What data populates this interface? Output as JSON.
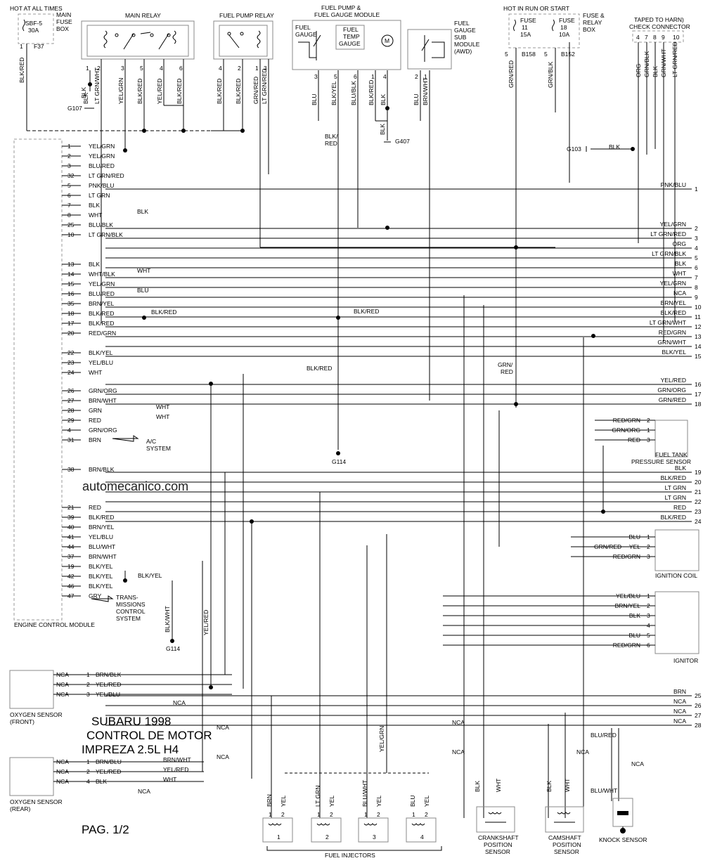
{
  "title": [
    "SUBARU 1998",
    "CONTROL DE MOTOR",
    "IMPREZA 2.5L H4"
  ],
  "page": "PAG. 1/2",
  "watermark": "automecanico.com",
  "top_labels": {
    "hot_all_times": "HOT AT ALL TIMES",
    "main_fuse_box": [
      "MAIN",
      "FUSE",
      "BOX"
    ],
    "sbf": [
      "SBF-5",
      "30A"
    ],
    "f37": "F37",
    "main_relay": "MAIN RELAY",
    "fuel_pump_relay": "FUEL PUMP RELAY",
    "fuel_pump_module": [
      "FUEL PUMP &",
      "FUEL GAUGE MODULE"
    ],
    "fuel_gauge": [
      "FUEL",
      "GAUGE"
    ],
    "fuel_temp_gauge": [
      "FUEL",
      "TEMP",
      "GAUGE"
    ],
    "motor": "M",
    "sub_module": [
      "FUEL",
      "GAUGE",
      "SUB",
      "MODULE",
      "(AWD)"
    ],
    "hot_run_start": "HOT IN RUN OR START",
    "fuse11": [
      "FUSE",
      "11",
      "15A"
    ],
    "fuse18": [
      "FUSE",
      "18",
      "10A"
    ],
    "fuse_relay_box": [
      "FUSE &",
      "RELAY",
      "BOX"
    ],
    "b158": "B158",
    "b152": "B152",
    "taped": [
      "TAPED TO HARN)",
      "CHECK CONNECTOR"
    ],
    "check_pins": [
      "4",
      "7",
      "8",
      "9",
      "10"
    ],
    "check_wires": [
      "ORG",
      "GRN/BLK",
      "BLK",
      "GRN/WHT",
      "LT GRN/RED"
    ]
  },
  "relay_wires": [
    "BLK",
    "LT GRN/WHT",
    "YEL/GRN",
    "BLK/RED",
    "YEL/RED",
    "BLK/RED"
  ],
  "relay_pins": [
    "1",
    "2",
    "3",
    "5",
    "4",
    "6"
  ],
  "fpr_wires": [
    "BLK/RED",
    "BLK/RED",
    "GRN/RED",
    "LT GRN/RED"
  ],
  "fpr_pins": [
    "4",
    "2",
    "1",
    "3"
  ],
  "fgm_wires": [
    "BLU",
    "BLK/YEL",
    "BLU/BLK",
    "BLK/RED",
    "BLK"
  ],
  "fgm_pins": [
    "3",
    "5",
    "6",
    "1",
    "4"
  ],
  "sub_wires": [
    "BLU",
    "BRN/WHT"
  ],
  "sub_pins": [
    "2",
    "1"
  ],
  "fuse_wires": [
    "GRN/RED",
    "GRN/BLK"
  ],
  "fuse_pins": [
    "5",
    "5"
  ],
  "grounds": {
    "g107": "G107",
    "g407": "G407",
    "g103": "G103",
    "g114a": "G114",
    "g114b": "G114"
  },
  "misc": {
    "blk_red_top": [
      "BLK/",
      "RED"
    ],
    "blk_vert": "BLK",
    "blk_red_mid": "BLK/RED",
    "blk_red_low": "BLK/RED",
    "grn_red_mid": [
      "GRN/",
      "RED"
    ],
    "g103_blk": "BLK",
    "blk_wht_vert": "BLK/WHT",
    "yel_red_vert": "YEL/RED",
    "yel_grn_vert": "YEL/GRN",
    "blk_red_left": "BLK/RED",
    "blk_yel_right": "BLK/YEL",
    "ac": [
      "A/C",
      "SYSTEM"
    ],
    "trans": [
      "TRANS-",
      "MISSIONS",
      "CONTROL",
      "SYSTEM"
    ],
    "ecm": "ENGINE CONTROL MODULE"
  },
  "ecm_pins": [
    {
      "pin": "1",
      "wire": "YEL/GRN",
      "splice": ""
    },
    {
      "pin": "2",
      "wire": "YEL/GRN",
      "splice": ""
    },
    {
      "pin": "3",
      "wire": "BLU/RED",
      "splice": ""
    },
    {
      "pin": "32",
      "wire": "LT GRN/RED",
      "splice": ""
    },
    {
      "pin": "5",
      "wire": "PNK/BLU",
      "splice": ""
    },
    {
      "pin": "6",
      "wire": "LT GRN",
      "splice": ""
    },
    {
      "pin": "7",
      "wire": "BLK",
      "splice": ""
    },
    {
      "pin": "8",
      "wire": "WHT",
      "splice": "BLK"
    },
    {
      "pin": "25",
      "wire": "BLU/BLK",
      "splice": ""
    },
    {
      "pin": "10",
      "wire": "LT GRN/BLK",
      "splice": ""
    },
    {
      "pin": "13",
      "wire": "BLK",
      "splice": ""
    },
    {
      "pin": "14",
      "wire": "WHT/BLK",
      "splice": "WHT"
    },
    {
      "pin": "15",
      "wire": "YEL/GRN",
      "splice": ""
    },
    {
      "pin": "16",
      "wire": "BLU/RED",
      "splice": "BLU"
    },
    {
      "pin": "35",
      "wire": "BRN/YEL",
      "splice": ""
    },
    {
      "pin": "18",
      "wire": "BLK/RED",
      "splice": ""
    },
    {
      "pin": "17",
      "wire": "BLK/RED",
      "splice": ""
    },
    {
      "pin": "20",
      "wire": "RED/GRN",
      "splice": ""
    },
    {
      "pin": "22",
      "wire": "BLK/YEL",
      "splice": ""
    },
    {
      "pin": "23",
      "wire": "YEL/BLU",
      "splice": ""
    },
    {
      "pin": "24",
      "wire": "WHT",
      "splice": ""
    },
    {
      "pin": "26",
      "wire": "GRN/ORG",
      "splice": ""
    },
    {
      "pin": "27",
      "wire": "BRN/WHT",
      "splice": ""
    },
    {
      "pin": "28",
      "wire": "GRN",
      "splice": "WHT"
    },
    {
      "pin": "29",
      "wire": "RED",
      "splice": "WHT"
    },
    {
      "pin": "4",
      "wire": "GRN/ORG",
      "splice": ""
    },
    {
      "pin": "31",
      "wire": "BRN",
      "splice": ""
    },
    {
      "pin": "38",
      "wire": "BRN/BLK",
      "splice": ""
    },
    {
      "pin": "21",
      "wire": "RED",
      "splice": ""
    },
    {
      "pin": "39",
      "wire": "BLK/RED",
      "splice": ""
    },
    {
      "pin": "40",
      "wire": "BRN/YEL",
      "splice": ""
    },
    {
      "pin": "41",
      "wire": "YEL/BLU",
      "splice": ""
    },
    {
      "pin": "44",
      "wire": "BLU/WHT",
      "splice": ""
    },
    {
      "pin": "37",
      "wire": "BRN/WHT",
      "splice": ""
    },
    {
      "pin": "19",
      "wire": "BLK/YEL",
      "splice": ""
    },
    {
      "pin": "42",
      "wire": "BLK/YEL",
      "splice": ""
    },
    {
      "pin": "46",
      "wire": "BLK/YEL",
      "splice": ""
    },
    {
      "pin": "47",
      "wire": "GRY",
      "splice": ""
    }
  ],
  "right_conn": [
    {
      "n": "1",
      "wire": "PNK/BLU"
    },
    {
      "n": "2",
      "wire": "YEL/GRN"
    },
    {
      "n": "3",
      "wire": "LT GRN/RED"
    },
    {
      "n": "4",
      "wire": "ORG"
    },
    {
      "n": "5",
      "wire": "LT GRN/BLK"
    },
    {
      "n": "6",
      "wire": "BLK"
    },
    {
      "n": "7",
      "wire": "WHT"
    },
    {
      "n": "8",
      "wire": "YEL/GRN"
    },
    {
      "n": "9",
      "wire": "NCA"
    },
    {
      "n": "10",
      "wire": "BRN/YEL"
    },
    {
      "n": "11",
      "wire": "BLK/RED"
    },
    {
      "n": "12",
      "wire": "LT GRN/WHT"
    },
    {
      "n": "13",
      "wire": "RED/GRN"
    },
    {
      "n": "14",
      "wire": "GRN/WHT"
    },
    {
      "n": "15",
      "wire": "BLK/YEL"
    },
    {
      "n": "16",
      "wire": "YEL/RED"
    },
    {
      "n": "17",
      "wire": "GRN/ORG"
    },
    {
      "n": "18",
      "wire": "GRN/RED"
    },
    {
      "n": "19",
      "wire": "BLK"
    },
    {
      "n": "20",
      "wire": "BLK/RED"
    },
    {
      "n": "21",
      "wire": "LT GRN"
    },
    {
      "n": "22",
      "wire": "LT GRN"
    },
    {
      "n": "23",
      "wire": "RED"
    },
    {
      "n": "24",
      "wire": "BLK/RED"
    },
    {
      "n": "25",
      "wire": "BRN"
    },
    {
      "n": "26",
      "wire": "NCA"
    },
    {
      "n": "27",
      "wire": "NCA"
    },
    {
      "n": "28",
      "wire": "NCA"
    }
  ],
  "fuel_tank_sensor": {
    "name": [
      "FUEL TANK",
      "PRESSURE SENSOR"
    ],
    "pins": [
      {
        "wire": "RED/GRN",
        "pin": "2"
      },
      {
        "wire": "GRN/ORG",
        "pin": "1"
      },
      {
        "wire": "RED",
        "pin": "3"
      }
    ]
  },
  "ignition_coil": {
    "name": "IGNITION COIL",
    "pins": [
      {
        "wire": "BLU",
        "pin": "1"
      },
      {
        "wire": "YEL",
        "pin": "2"
      },
      {
        "wire": "RED/GRN",
        "pin": "3"
      }
    ],
    "extra": "GRN/RED"
  },
  "ignitor": {
    "name": "IGNITOR",
    "pins": [
      {
        "wire": "YEL/BLU",
        "pin": "1"
      },
      {
        "wire": "BRN/YEL",
        "pin": "2"
      },
      {
        "wire": "BLK",
        "pin": "3"
      },
      {
        "wire": "",
        "pin": "4"
      },
      {
        "wire": "BLU",
        "pin": "5"
      },
      {
        "wire": "RED/GRN",
        "pin": "6"
      }
    ]
  },
  "o2_front": {
    "name": [
      "OXYGEN SENSOR",
      "(FRONT)"
    ],
    "pins": [
      {
        "nca": "NCA",
        "pin": "1",
        "wire": "BRN/BLK"
      },
      {
        "nca": "NCA",
        "pin": "2",
        "wire": "YEL/RED"
      },
      {
        "nca": "NCA",
        "pin": "3",
        "wire": "YEL/BLU"
      }
    ],
    "shield": "NCA"
  },
  "o2_rear": {
    "name": [
      "OXYGEN SENSOR",
      "(REAR)"
    ],
    "pins": [
      {
        "nca": "NCA",
        "pin": "1",
        "wire": "BRN/BLU",
        "far": "BRN/WHT"
      },
      {
        "nca": "NCA",
        "pin": "2",
        "wire": "YEL/RED",
        "far": "YEL/RED"
      },
      {
        "nca": "NCA",
        "pin": "4",
        "wire": "BLK",
        "far": "WHT"
      }
    ],
    "shield": "NCA"
  },
  "nca_labels": {
    "inj_a": "NCA",
    "inj_b": "NCA",
    "crank_a": "NCA",
    "crank_b": "NCA",
    "cam": "NCA",
    "knock": "NCA"
  },
  "injectors": {
    "name": "FUEL INJECTORS",
    "items": [
      {
        "n": "1",
        "w1": "BRN",
        "w2": "YEL"
      },
      {
        "n": "2",
        "w1": "LT GRN",
        "w2": "YEL"
      },
      {
        "n": "3",
        "w1": "BLU/WHT",
        "w2": "YEL"
      },
      {
        "n": "4",
        "w1": "BLU",
        "w2": "YEL"
      }
    ],
    "pins": [
      "1",
      "2"
    ]
  },
  "crank": {
    "name": [
      "CRANKSHAFT",
      "POSITION",
      "SENSOR"
    ],
    "w1": "BLK",
    "w2": "WHT"
  },
  "cam": {
    "name": [
      "CAMSHAFT",
      "POSITION",
      "SENSOR"
    ],
    "w1": "BLK",
    "w2": "WHT"
  },
  "knock": {
    "name": "KNOCK SENSOR",
    "w1": "BLU/RED",
    "w2": "BLU/WHT"
  }
}
